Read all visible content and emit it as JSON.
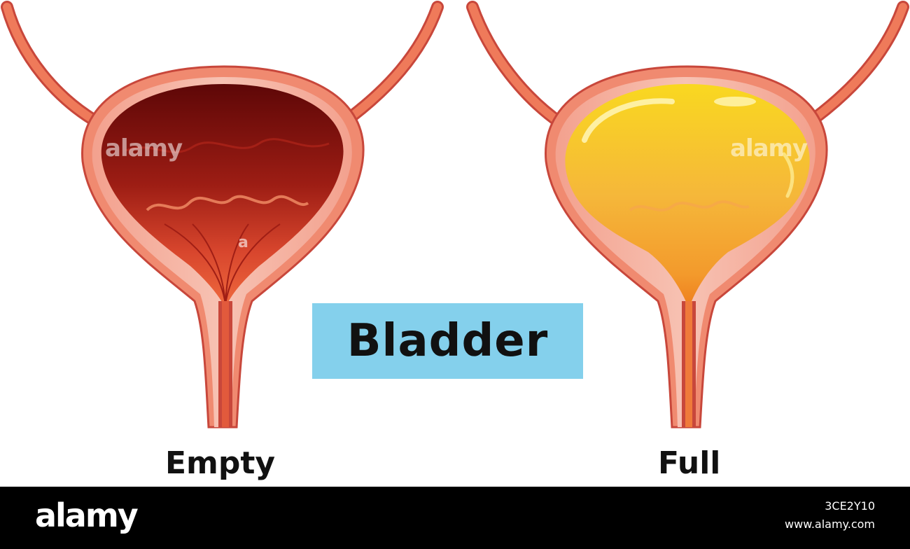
{
  "title": "Bladder",
  "labels": {
    "empty": "Empty",
    "full": "Full"
  },
  "watermark": {
    "text": "alamy",
    "letter": "a"
  },
  "footer": {
    "logo": "alamy",
    "image_id": "3CE2Y10",
    "url": "www.alamy.com"
  },
  "colors": {
    "title_box": "#84d0ec",
    "wall": "#f08a70",
    "wall_dark": "#c8473b",
    "wall_inner": "#f6b6a5",
    "tube": "#ef6f4e",
    "empty_fill_top": "#6e0a0a",
    "empty_fill_bottom": "#e5543a",
    "full_fill_top": "#f7d21c",
    "full_fill_bottom": "#f3a02a",
    "footer_bg": "#000000"
  }
}
